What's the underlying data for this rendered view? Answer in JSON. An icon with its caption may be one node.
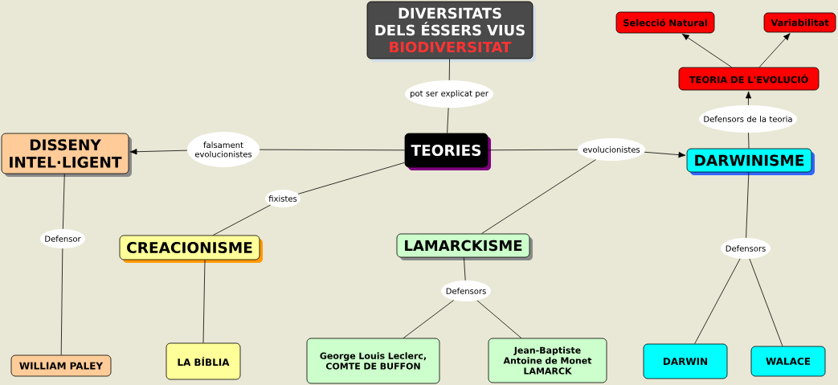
{
  "diagram": {
    "nodes": [
      {
        "text": [
          "DIVERSITATS DELS ÉSSERS VIUS",
          "BIODIVERSITAT"
        ]
      },
      {
        "text": [
          "Selecció Natural"
        ]
      },
      {
        "text": [
          "Variabilitat"
        ]
      },
      {
        "text": [
          "TEORIA DE L'EVOLUCIÓ"
        ]
      },
      {
        "text": [
          "pot ser explicat per"
        ]
      },
      {
        "text": [
          "Defensors de la teoria"
        ]
      },
      {
        "text": [
          "DISSENY INTEL·LIGENT"
        ]
      },
      {
        "text": [
          "falsament evolucionistes"
        ]
      },
      {
        "text": [
          "TEORIES"
        ]
      },
      {
        "text": [
          "evolucionistes"
        ]
      },
      {
        "text": [
          "DARWINISME"
        ]
      },
      {
        "text": [
          "fixistes"
        ]
      },
      {
        "text": [
          "Defensor"
        ]
      },
      {
        "text": [
          "CREACIONISME"
        ]
      },
      {
        "text": [
          "LAMARCKISME"
        ]
      },
      {
        "text": [
          "Defensors"
        ]
      },
      {
        "text": [
          "Defensors"
        ]
      },
      {
        "text": [
          "WILLIAM PALEY"
        ]
      },
      {
        "text": [
          "LA BÍBLIA"
        ]
      },
      {
        "text": [
          "George Louis Leclerc, COMTE DE BUFFON"
        ]
      },
      {
        "text": [
          "Jean-Baptiste Antoine de Monet LAMARCK"
        ]
      },
      {
        "text": [
          "DARWIN"
        ]
      },
      {
        "text": [
          "WALACE"
        ]
      }
    ],
    "edges": [
      {
        "from": 0,
        "to": 4,
        "arrow": "none"
      },
      {
        "from": 4,
        "to": 8,
        "arrow": "none"
      },
      {
        "from": 8,
        "to": 7,
        "arrow": "none"
      },
      {
        "from": 7,
        "to": 6,
        "arrow": "to"
      },
      {
        "from": 8,
        "to": 9,
        "arrow": "none"
      },
      {
        "from": 9,
        "to": 10,
        "arrow": "to"
      },
      {
        "from": 9,
        "to": 14,
        "arrow": "none"
      },
      {
        "from": 8,
        "to": 11,
        "arrow": "none"
      },
      {
        "from": 11,
        "to": 13,
        "arrow": "none"
      },
      {
        "from": 6,
        "to": 12,
        "arrow": "none"
      },
      {
        "from": 12,
        "to": 17,
        "arrow": "none"
      },
      {
        "from": 13,
        "to": 18,
        "arrow": "none"
      },
      {
        "from": 14,
        "to": 16,
        "arrow": "none"
      },
      {
        "from": 16,
        "to": 19,
        "arrow": "none"
      },
      {
        "from": 16,
        "to": 20,
        "arrow": "none"
      },
      {
        "from": 10,
        "to": 5,
        "arrow": "none"
      },
      {
        "from": 5,
        "to": 3,
        "arrow": "to"
      },
      {
        "from": 3,
        "to": 1,
        "arrow": "to"
      },
      {
        "from": 3,
        "to": 2,
        "arrow": "to"
      },
      {
        "from": 10,
        "to": 15,
        "arrow": "none"
      },
      {
        "from": 15,
        "to": 21,
        "arrow": "none"
      },
      {
        "from": 15,
        "to": 22,
        "arrow": "none"
      }
    ]
  }
}
